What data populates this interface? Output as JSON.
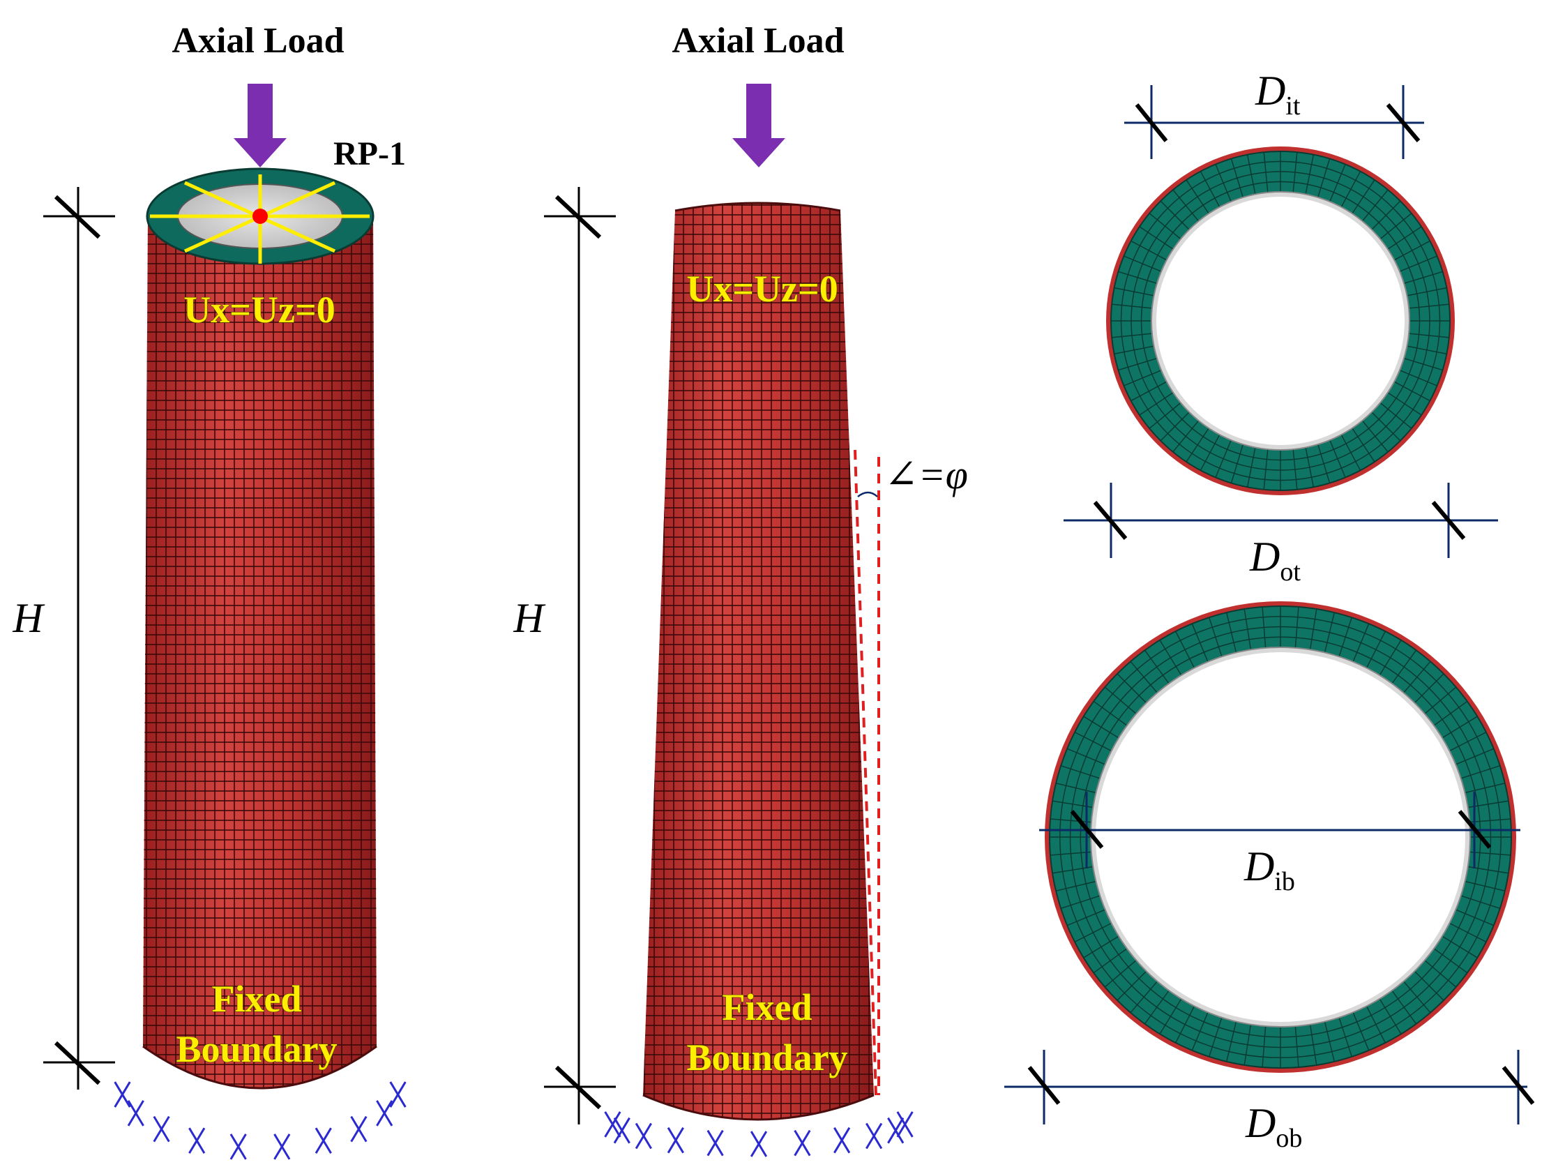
{
  "labels": {
    "axial_load_left": "Axial Load",
    "axial_load_right": "Axial Load",
    "rp": "RP-1",
    "bc_top_left": "Ux=Uz=0",
    "bc_top_right": "Ux=Uz=0",
    "fixed_left_1": "Fixed",
    "fixed_left_2": "Boundary",
    "fixed_right_1": "Fixed",
    "fixed_right_2": "Boundary",
    "height_left": "H",
    "height_right": "H",
    "angle_symbol": "∠=φ",
    "d_it": "D",
    "d_it_sub": "it",
    "d_ot": "D",
    "d_ot_sub": "ot",
    "d_ib": "D",
    "d_ib_sub": "ib",
    "d_ob": "D",
    "d_ob_sub": "ob"
  },
  "colors": {
    "steel": "#c0302e",
    "steel_dark": "#7a1515",
    "concrete": "#107a6a",
    "arrow": "#7b2fb0",
    "boundary_x": "#2a2ad0",
    "dim_line": "#0b2a66",
    "label_yellow": "#ffee00",
    "taper_line": "#e02020"
  }
}
